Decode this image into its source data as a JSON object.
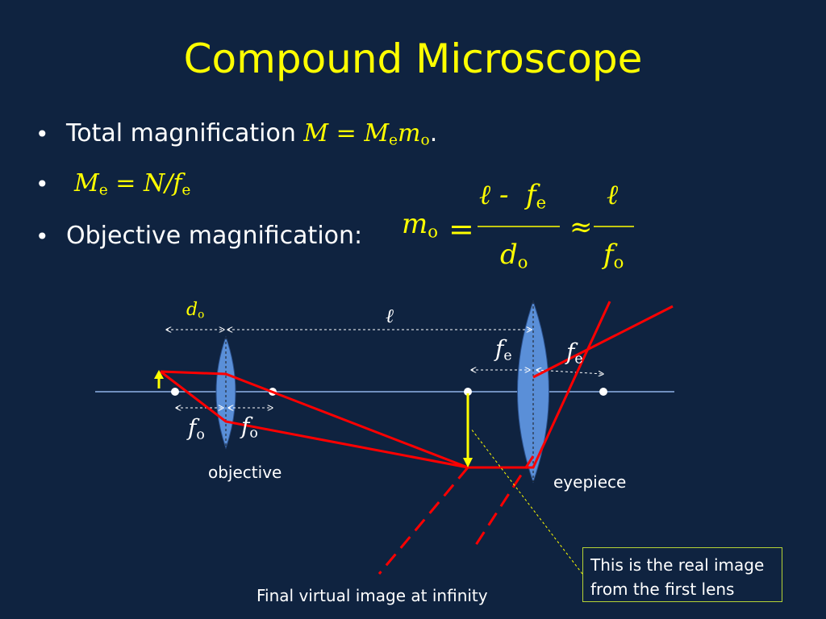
{
  "title": "Compound Microscope",
  "bullets": {
    "b1": {
      "text": "Total magnification ",
      "M": "M",
      "eq": " = ",
      "Me": "M",
      "Me_sub": "e",
      "mo": "m",
      "mo_sub": "o",
      "end": "."
    },
    "b2": {
      "Me": "M",
      "Me_sub": "e",
      "rest": " = N/",
      "f": "f",
      "f_sub": "e"
    },
    "b3": {
      "text": "Objective magnification:"
    }
  },
  "formula": {
    "lhs": "m",
    "lhs_sub": "o",
    "equals": "=",
    "num1": "ℓ -  f",
    "num1_sub": "e",
    "den1": "d",
    "den1_sub": "o",
    "approx": "≈",
    "num2": "ℓ",
    "den2": "f",
    "den2_sub": "o"
  },
  "diagram": {
    "do_label": "d",
    "do_sub": "o",
    "l_label": "ℓ",
    "fe_label": "f",
    "fe_sub": "e",
    "fo_label": "f",
    "fo_sub": "o",
    "objective": "objective",
    "eyepiece": "eyepiece",
    "final_image": "Final virtual image at infinity",
    "note": "This is the real image from the first lens"
  },
  "colors": {
    "background": "#0f2340",
    "title": "#ffff00",
    "ray": "#ff0000",
    "lens": "#5a8fd8",
    "axis": "#8fb3e8",
    "note_border": "#b5d335"
  }
}
